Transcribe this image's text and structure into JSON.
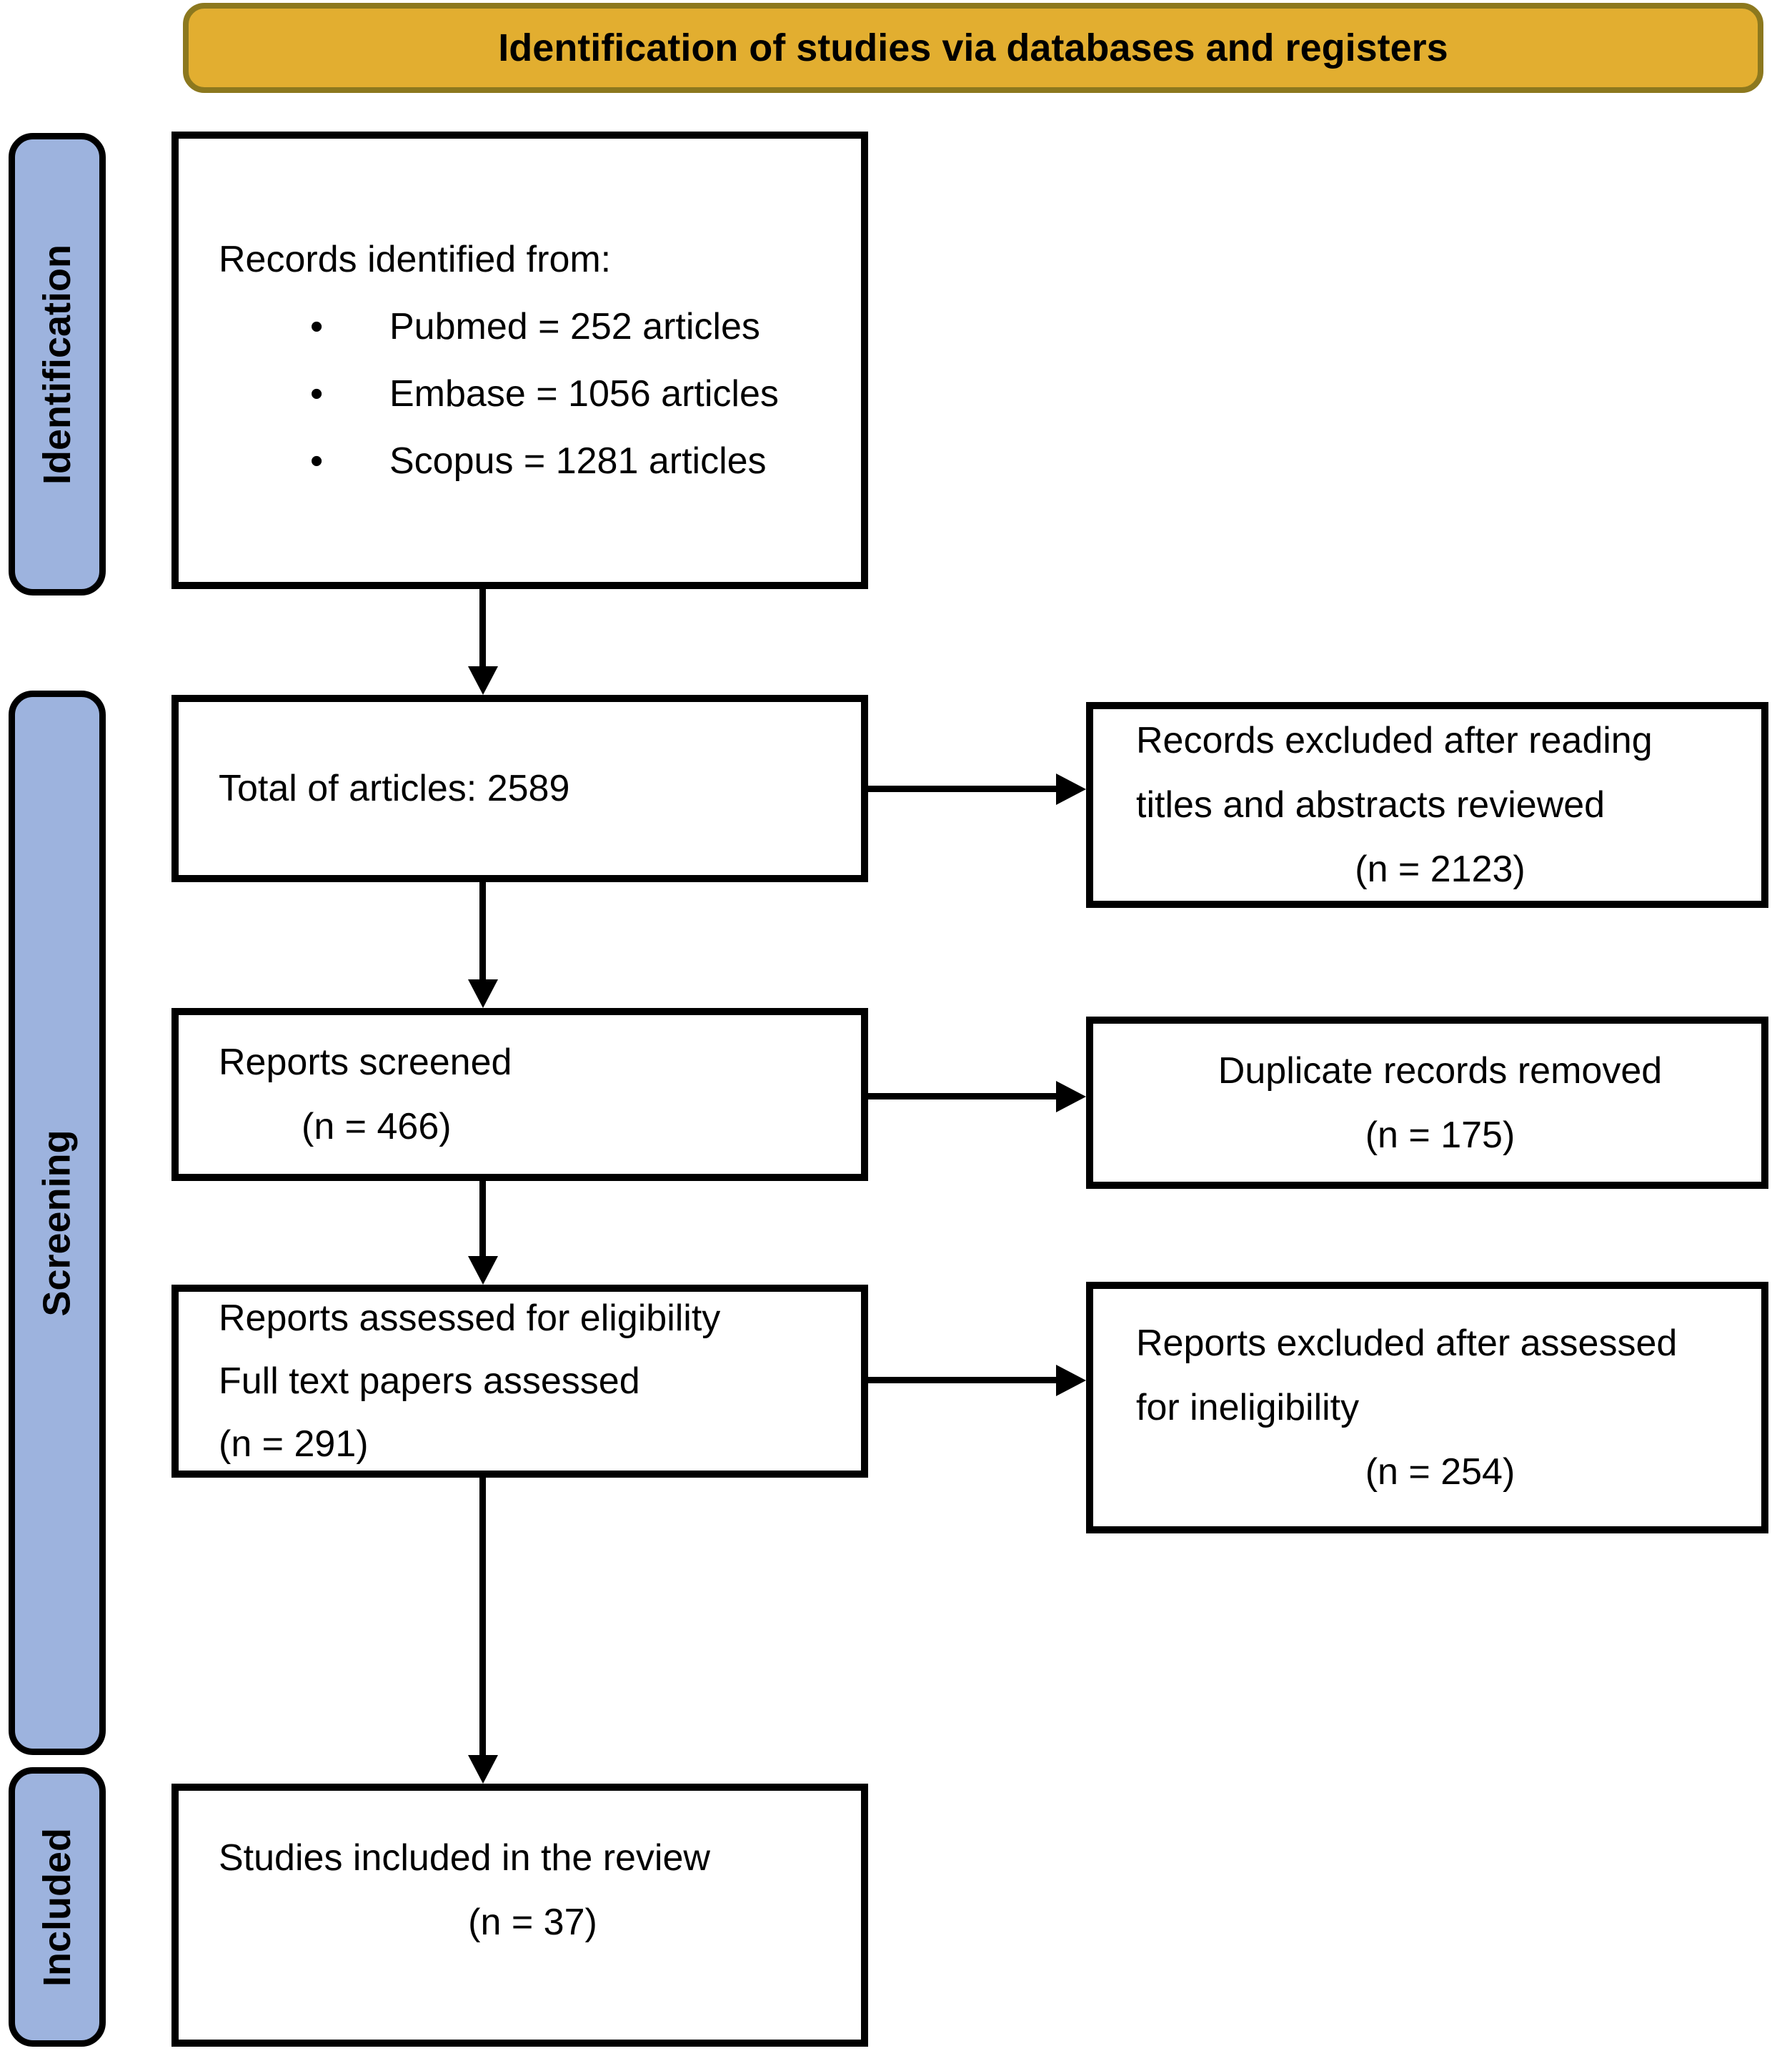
{
  "title": "Identification of studies via databases and registers",
  "bullet_char": "•",
  "stages": {
    "identification": "Identification",
    "screening": "Screening",
    "included": "Included"
  },
  "boxes": {
    "records_identified": {
      "heading": "Records identified from:",
      "bullets": [
        "Pubmed = 252 articles",
        "Embase = 1056 articles",
        "Scopus = 1281 articles"
      ]
    },
    "total_articles": {
      "line1": "Total of articles: 2589"
    },
    "reports_screened": {
      "line1": "Reports screened",
      "line2": "(n = 466)"
    },
    "reports_assessed": {
      "line1": "Reports assessed for eligibility",
      "line2": "Full text papers assessed",
      "line3": "(n = 291)"
    },
    "studies_included": {
      "line1": "Studies included in the review",
      "line2": "(n = 37)"
    },
    "records_excluded": {
      "line1": "Records excluded after reading",
      "line2": "titles and abstracts reviewed",
      "line3": "(n = 2123)"
    },
    "duplicates_removed": {
      "line1": "Duplicate records removed",
      "line2": "(n = 175)"
    },
    "reports_excluded": {
      "line1": "Reports excluded after assessed",
      "line2": "for ineligibility",
      "line3": "(n = 254)"
    }
  },
  "colors": {
    "stage_fill": "#9DB3DE",
    "banner_fill": "#E2AE30",
    "banner_border": "#8C781E",
    "line_color": "#000000"
  }
}
